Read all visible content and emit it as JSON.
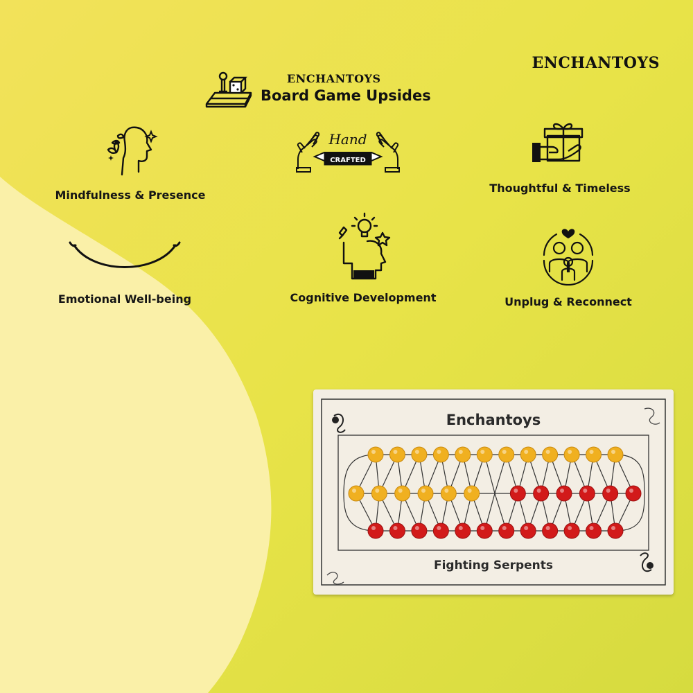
{
  "brand_top": "ENCHANTOYS",
  "header": {
    "brand": "ENCHANTOYS",
    "title": "Board Game Upsides",
    "icon": "board-game-icon"
  },
  "handcrafted_badge": {
    "line1": "Hand",
    "line2": "CRAFTED",
    "icon": "hands-icon"
  },
  "features": [
    {
      "label": "Mindfulness & Presence",
      "icon": "mindful-head-icon"
    },
    {
      "label": "Thoughtful & Timeless",
      "icon": "gift-hand-icon"
    },
    {
      "label": "Emotional Well-being",
      "icon": "smile-icon"
    },
    {
      "label": "Cognitive Development",
      "icon": "lightbulb-head-icon"
    },
    {
      "label": "Unplug & Reconnect",
      "icon": "family-icon"
    }
  ],
  "board": {
    "brand": "Enchantoys",
    "game_name": "Fighting Serpents",
    "rows": [
      [
        "y",
        "y",
        "y",
        "y",
        "y",
        "y",
        "y",
        "y",
        "y",
        "y",
        "y",
        "y"
      ],
      [
        "y",
        "y",
        "y",
        "y",
        "y",
        "y",
        "",
        "r",
        "r",
        "r",
        "r",
        "r",
        "r"
      ],
      [
        "r",
        "r",
        "r",
        "r",
        "r",
        "r",
        "r",
        "r",
        "r",
        "r",
        "r",
        "r"
      ]
    ]
  },
  "colors": {
    "background": "#e8e348",
    "blob": "#faf0a8",
    "yellow_piece": "#f0b020",
    "red_piece": "#d21a1a",
    "board": "#f3eee4"
  }
}
